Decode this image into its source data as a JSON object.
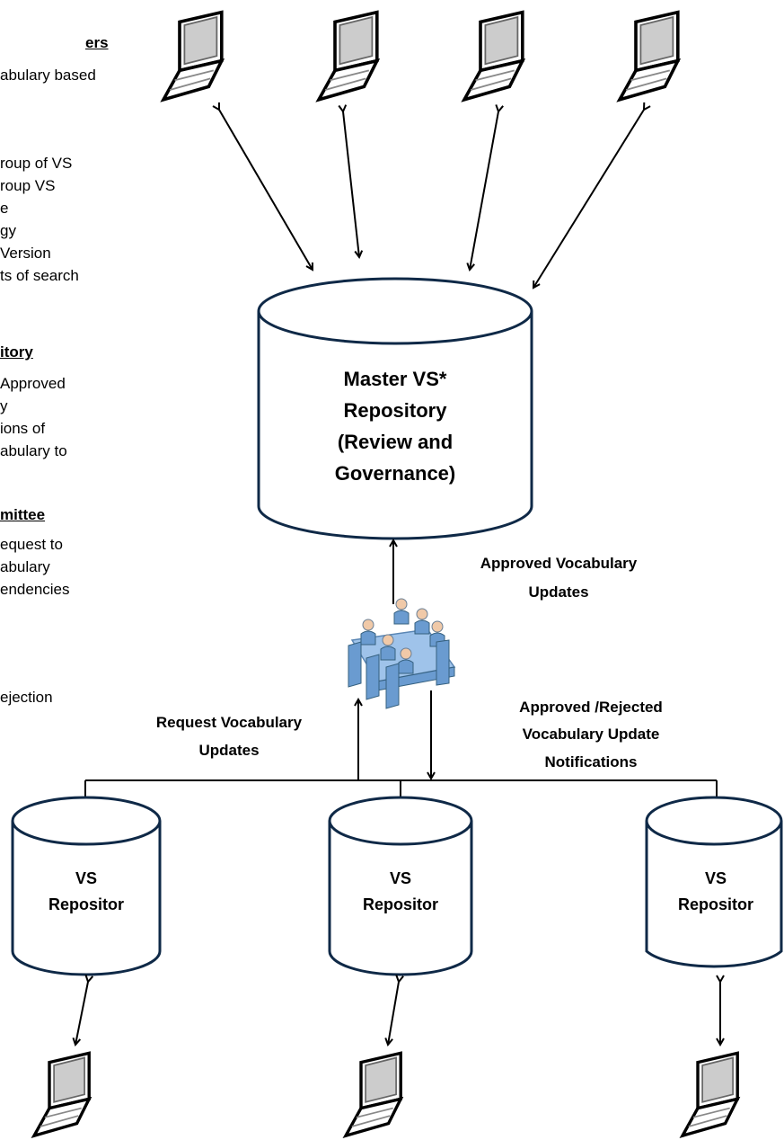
{
  "left_panel": {
    "section1": {
      "heading": "ers",
      "lines": [
        "abulary based"
      ]
    },
    "section2": {
      "lines": [
        "roup of VS",
        "roup VS",
        "e",
        "gy",
        "Version",
        "ts of search"
      ]
    },
    "section3": {
      "heading": "itory",
      "lines": [
        "Approved",
        "y",
        "ions of",
        "abulary to"
      ]
    },
    "section4": {
      "heading": "mittee",
      "lines": [
        "equest to",
        "abulary",
        "endencies"
      ]
    },
    "section5": {
      "lines": [
        "ejection"
      ]
    }
  },
  "master_repository": {
    "line1": "Master VS*",
    "line2": "Repository",
    "line3": "(Review and",
    "line4": "Governance)"
  },
  "labels": {
    "approved_updates_1": "Approved Vocabulary",
    "approved_updates_2": "Updates",
    "request_updates_1": "Request Vocabulary",
    "request_updates_2": "Updates",
    "notifications_1": "Approved /Rejected",
    "notifications_2": "Vocabulary Update",
    "notifications_3": "Notifications"
  },
  "local_repositories": [
    {
      "line1": "VS",
      "line2": "Repositor"
    },
    {
      "line1": "VS",
      "line2": "Repositor"
    },
    {
      "line1": "VS",
      "line2": "Repositor"
    }
  ]
}
